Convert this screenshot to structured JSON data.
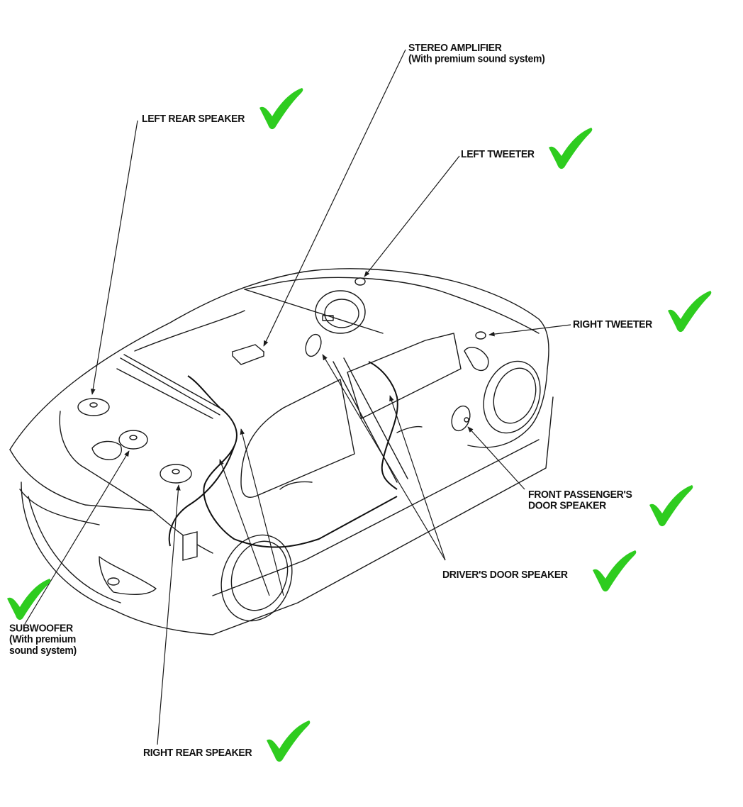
{
  "diagram": {
    "title": "Audio system component locations",
    "check_color": "#2ecc1f",
    "line_color": "#1a1a1a",
    "labels": {
      "stereo_amplifier": {
        "line1": "STEREO AMPLIFIER",
        "line2": "(With premium sound system)",
        "checked": false
      },
      "left_rear_speaker": {
        "line1": "LEFT REAR SPEAKER",
        "checked": true
      },
      "left_tweeter": {
        "line1": "LEFT TWEETER",
        "checked": true
      },
      "right_tweeter": {
        "line1": "RIGHT TWEETER",
        "checked": true
      },
      "front_passenger_door_speaker": {
        "line1": "FRONT PASSENGER'S",
        "line2": "DOOR SPEAKER",
        "checked": true
      },
      "drivers_door_speaker": {
        "line1": "DRIVER'S DOOR SPEAKER",
        "checked": true
      },
      "subwoofer": {
        "line1": "SUBWOOFER",
        "line2": "(With premium",
        "line3": "sound system)",
        "checked": true
      },
      "right_rear_speaker": {
        "line1": "RIGHT REAR SPEAKER",
        "checked": true
      }
    }
  }
}
